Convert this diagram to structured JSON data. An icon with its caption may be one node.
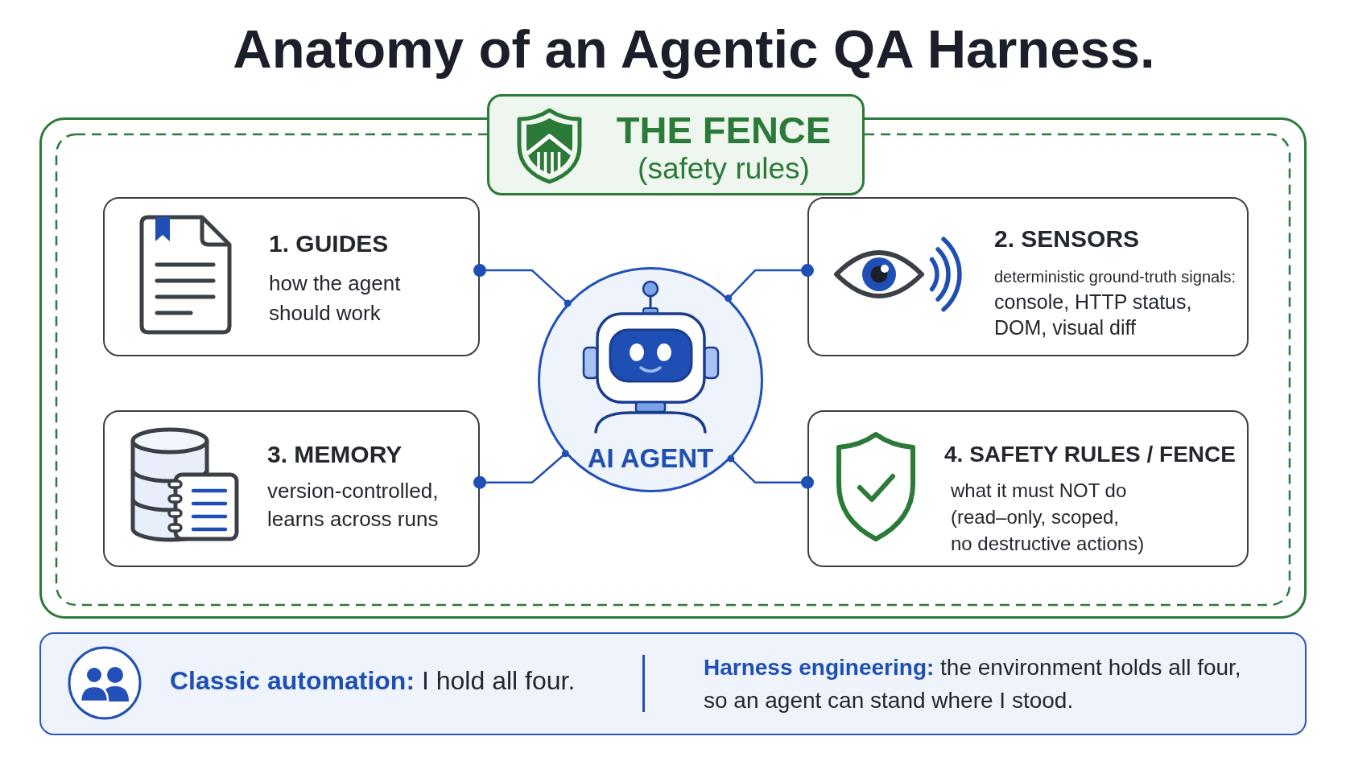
{
  "diagram": {
    "title": "Anatomy of an Agentic QA Harness.",
    "nodes": [
      {
        "text": [
          "THE FENCE",
          "(safety rules)"
        ]
      },
      {
        "text": [
          "1. GUIDES",
          "how the agent should work"
        ],
        "in": 0
      },
      {
        "text": [
          "2. SENSORS",
          "deterministic ground-truth signals:",
          "console, HTTP status, DOM, visual diff"
        ],
        "in": 0
      },
      {
        "text": [
          "3. MEMORY",
          "version-controlled, learns across runs"
        ],
        "in": 0
      },
      {
        "text": [
          "4. SAFETY RULES / FENCE",
          "what it must NOT do (read–only, scoped, no destructive actions)"
        ],
        "in": 0
      },
      {
        "text": [
          "AI AGENT"
        ],
        "in": 0
      },
      {
        "text": [
          "**Classic automation:** I hold all four.",
          "**Harness engineering:** the environment holds all four, so an agent can stand where I stood."
        ]
      }
    ],
    "edges": [
      {
        "from": 1,
        "to": 5,
        "arrow": "other"
      },
      {
        "from": 2,
        "to": 5,
        "arrow": "other"
      },
      {
        "from": 3,
        "to": 5,
        "arrow": "other"
      },
      {
        "from": 4,
        "to": 5,
        "arrow": "other"
      }
    ]
  }
}
